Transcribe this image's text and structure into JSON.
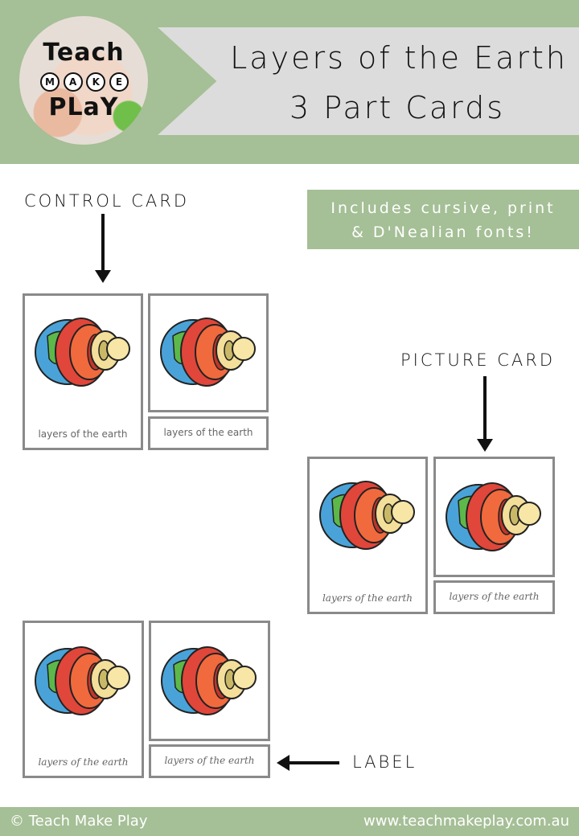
{
  "header": {
    "title_line1": "Layers of the Earth",
    "title_line2": "3 Part Cards",
    "logo": {
      "teach": "Teach",
      "make_letters": [
        "M",
        "A",
        "K",
        "E"
      ],
      "play": "PLaY"
    }
  },
  "callouts": {
    "control_card": "CONTROL CARD",
    "picture_card": "PICTURE CARD",
    "label": "LABEL"
  },
  "fonts_note": {
    "line1": "Includes cursive, print",
    "line2": "& D'Nealian fonts!"
  },
  "cards": {
    "print_caption": "layers of the earth",
    "dnealian_caption": "layers of the earth",
    "cursive_caption": "layers of the earth"
  },
  "footer": {
    "copyright": "© Teach Make Play",
    "website": "www.teachmakeplay.com.au"
  },
  "colors": {
    "sage": "#a5bf96",
    "banner": "#dcdcdc",
    "card_border": "#8a8a8a"
  }
}
